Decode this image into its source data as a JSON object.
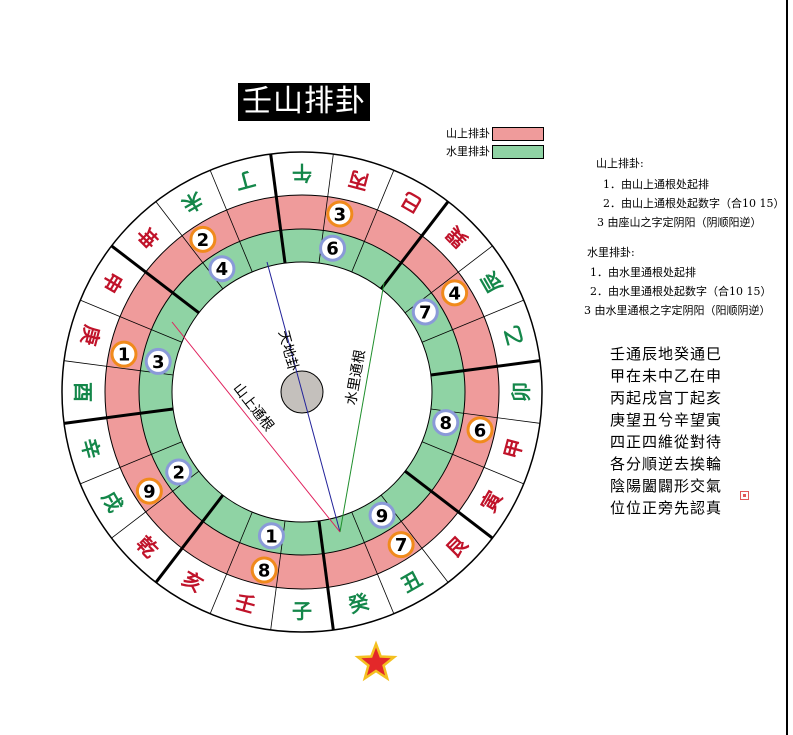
{
  "title": "壬山排卦",
  "legend": [
    {
      "label": "山上排卦",
      "color": "#ef9b9b"
    },
    {
      "label": "水里排卦",
      "color": "#8fd3a4"
    }
  ],
  "colors": {
    "red_char": "#c0132a",
    "green_char": "#14874a",
    "pink_ring": "#ef9b9b",
    "green_ring": "#8fd3a4",
    "center": "#c4c0bc"
  },
  "directions": [
    {
      "char": "壬",
      "color": "red"
    },
    {
      "char": "亥",
      "color": "red"
    },
    {
      "char": "乾",
      "color": "red"
    },
    {
      "char": "戌",
      "color": "green"
    },
    {
      "char": "辛",
      "color": "green"
    },
    {
      "char": "酉",
      "color": "green"
    },
    {
      "char": "庚",
      "color": "red"
    },
    {
      "char": "申",
      "color": "red"
    },
    {
      "char": "坤",
      "color": "red"
    },
    {
      "char": "未",
      "color": "green"
    },
    {
      "char": "丁",
      "color": "green"
    },
    {
      "char": "午",
      "color": "green"
    },
    {
      "char": "丙",
      "color": "red"
    },
    {
      "char": "巳",
      "color": "red"
    },
    {
      "char": "巽",
      "color": "red"
    },
    {
      "char": "辰",
      "color": "green"
    },
    {
      "char": "乙",
      "color": "green"
    },
    {
      "char": "卯",
      "color": "green"
    },
    {
      "char": "甲",
      "color": "red"
    },
    {
      "char": "寅",
      "color": "red"
    },
    {
      "char": "艮",
      "color": "red"
    },
    {
      "char": "丑",
      "color": "green"
    },
    {
      "char": "癸",
      "color": "green"
    },
    {
      "char": "子",
      "color": "green"
    }
  ],
  "mountain_stars": [
    {
      "dir": 0,
      "value": "8"
    },
    {
      "dir": 3,
      "value": "9"
    },
    {
      "dir": 6,
      "value": "1"
    },
    {
      "dir": 9,
      "value": "2"
    },
    {
      "dir": 12,
      "value": "3"
    },
    {
      "dir": 15,
      "value": "4"
    },
    {
      "dir": 18,
      "value": "6"
    },
    {
      "dir": 21,
      "value": "7"
    }
  ],
  "water_stars": [
    {
      "dir": 0,
      "value": "1"
    },
    {
      "dir": 3,
      "value": "2"
    },
    {
      "dir": 6,
      "value": "3"
    },
    {
      "dir": 9,
      "value": "4"
    },
    {
      "dir": 12,
      "value": "6"
    },
    {
      "dir": 15,
      "value": "7"
    },
    {
      "dir": 18,
      "value": "8"
    },
    {
      "dir": 21,
      "value": "9"
    }
  ],
  "line_labels": {
    "heaven": "天地卦",
    "water": "水里通根",
    "mountain": "山上通根"
  },
  "notes": {
    "mountain_title": "山上排卦:",
    "mountain_lines": [
      "1．由山上通根处起排",
      "2．由山上通根处起数字（合10 15）",
      "3 由座山之字定阴阳（阴顺阳逆）"
    ],
    "water_title": "水里排卦:",
    "water_lines": [
      "1．由水里通根处起排",
      "2．由水里通根处起数字（合10 15）",
      "3 由水里通根之字定阴阳（阳顺阴逆）"
    ]
  },
  "poem": [
    "壬通辰地癸通巳",
    "甲在未中乙在申",
    "丙起戌宫丁起亥",
    "庚望丑兮辛望寅",
    "四正四維從對待",
    "各分順逆去挨輪",
    "陰陽闔闢形交氣",
    "位位正旁先認真"
  ]
}
